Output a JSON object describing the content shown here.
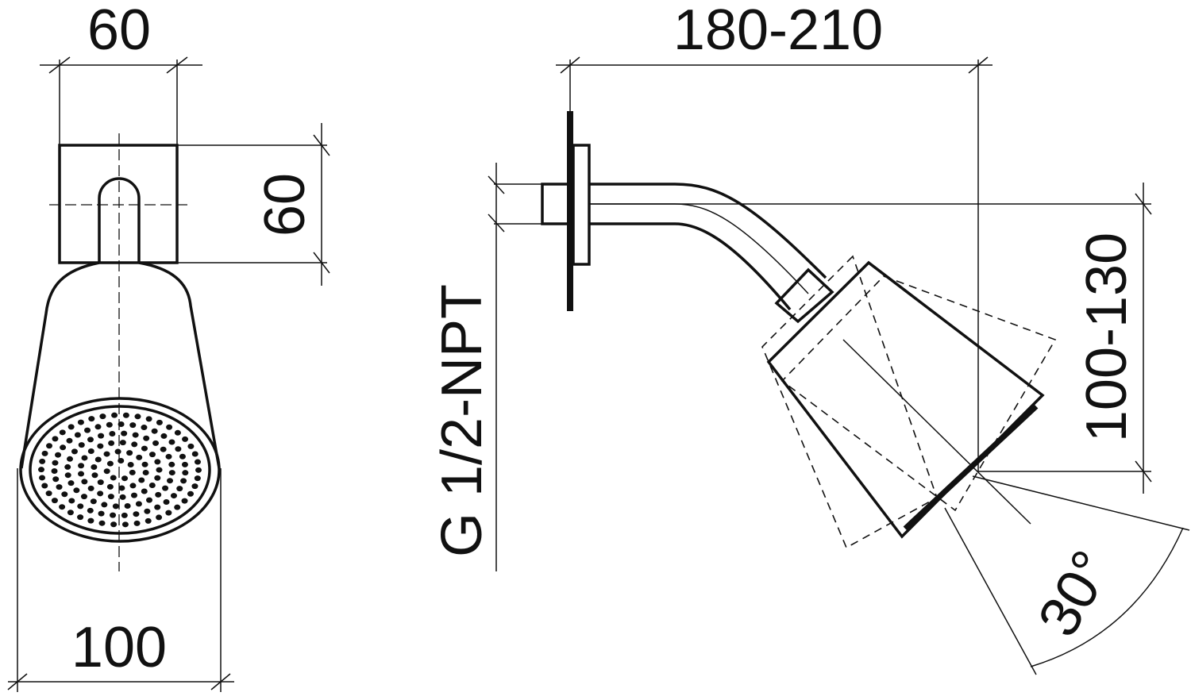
{
  "dimensions": {
    "front_width_top": "60",
    "front_height": "60",
    "front_width_bottom": "100",
    "projection": "180-210",
    "drop": "100-130",
    "thread": "G 1/2-NPT",
    "tilt_angle": "30°"
  }
}
